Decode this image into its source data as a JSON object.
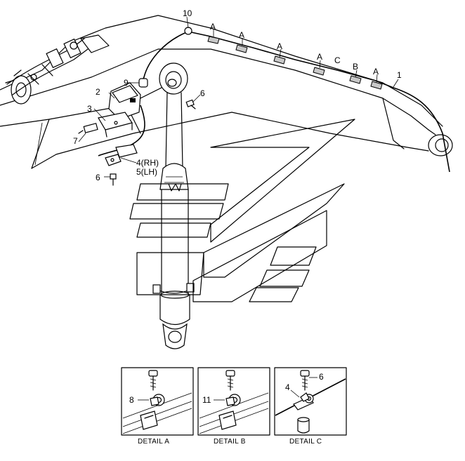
{
  "callouts": {
    "c1": "1",
    "c2": "2",
    "c3": "3",
    "c4": "4(RH)",
    "c5": "5(LH)",
    "c6a": "6",
    "c6b": "6",
    "c7": "7",
    "c9": "9",
    "c10": "10",
    "a1": "A",
    "a2": "A",
    "a3": "A",
    "a4": "A",
    "a5": "A",
    "b1": "B",
    "cc": "C"
  },
  "details": {
    "a": {
      "caption": "DETAIL  A",
      "callout": "8"
    },
    "b": {
      "caption": "DETAIL  B",
      "callout": "11"
    },
    "c": {
      "caption": "DETAIL  C",
      "callout_4": "4",
      "callout_6": "6"
    }
  }
}
